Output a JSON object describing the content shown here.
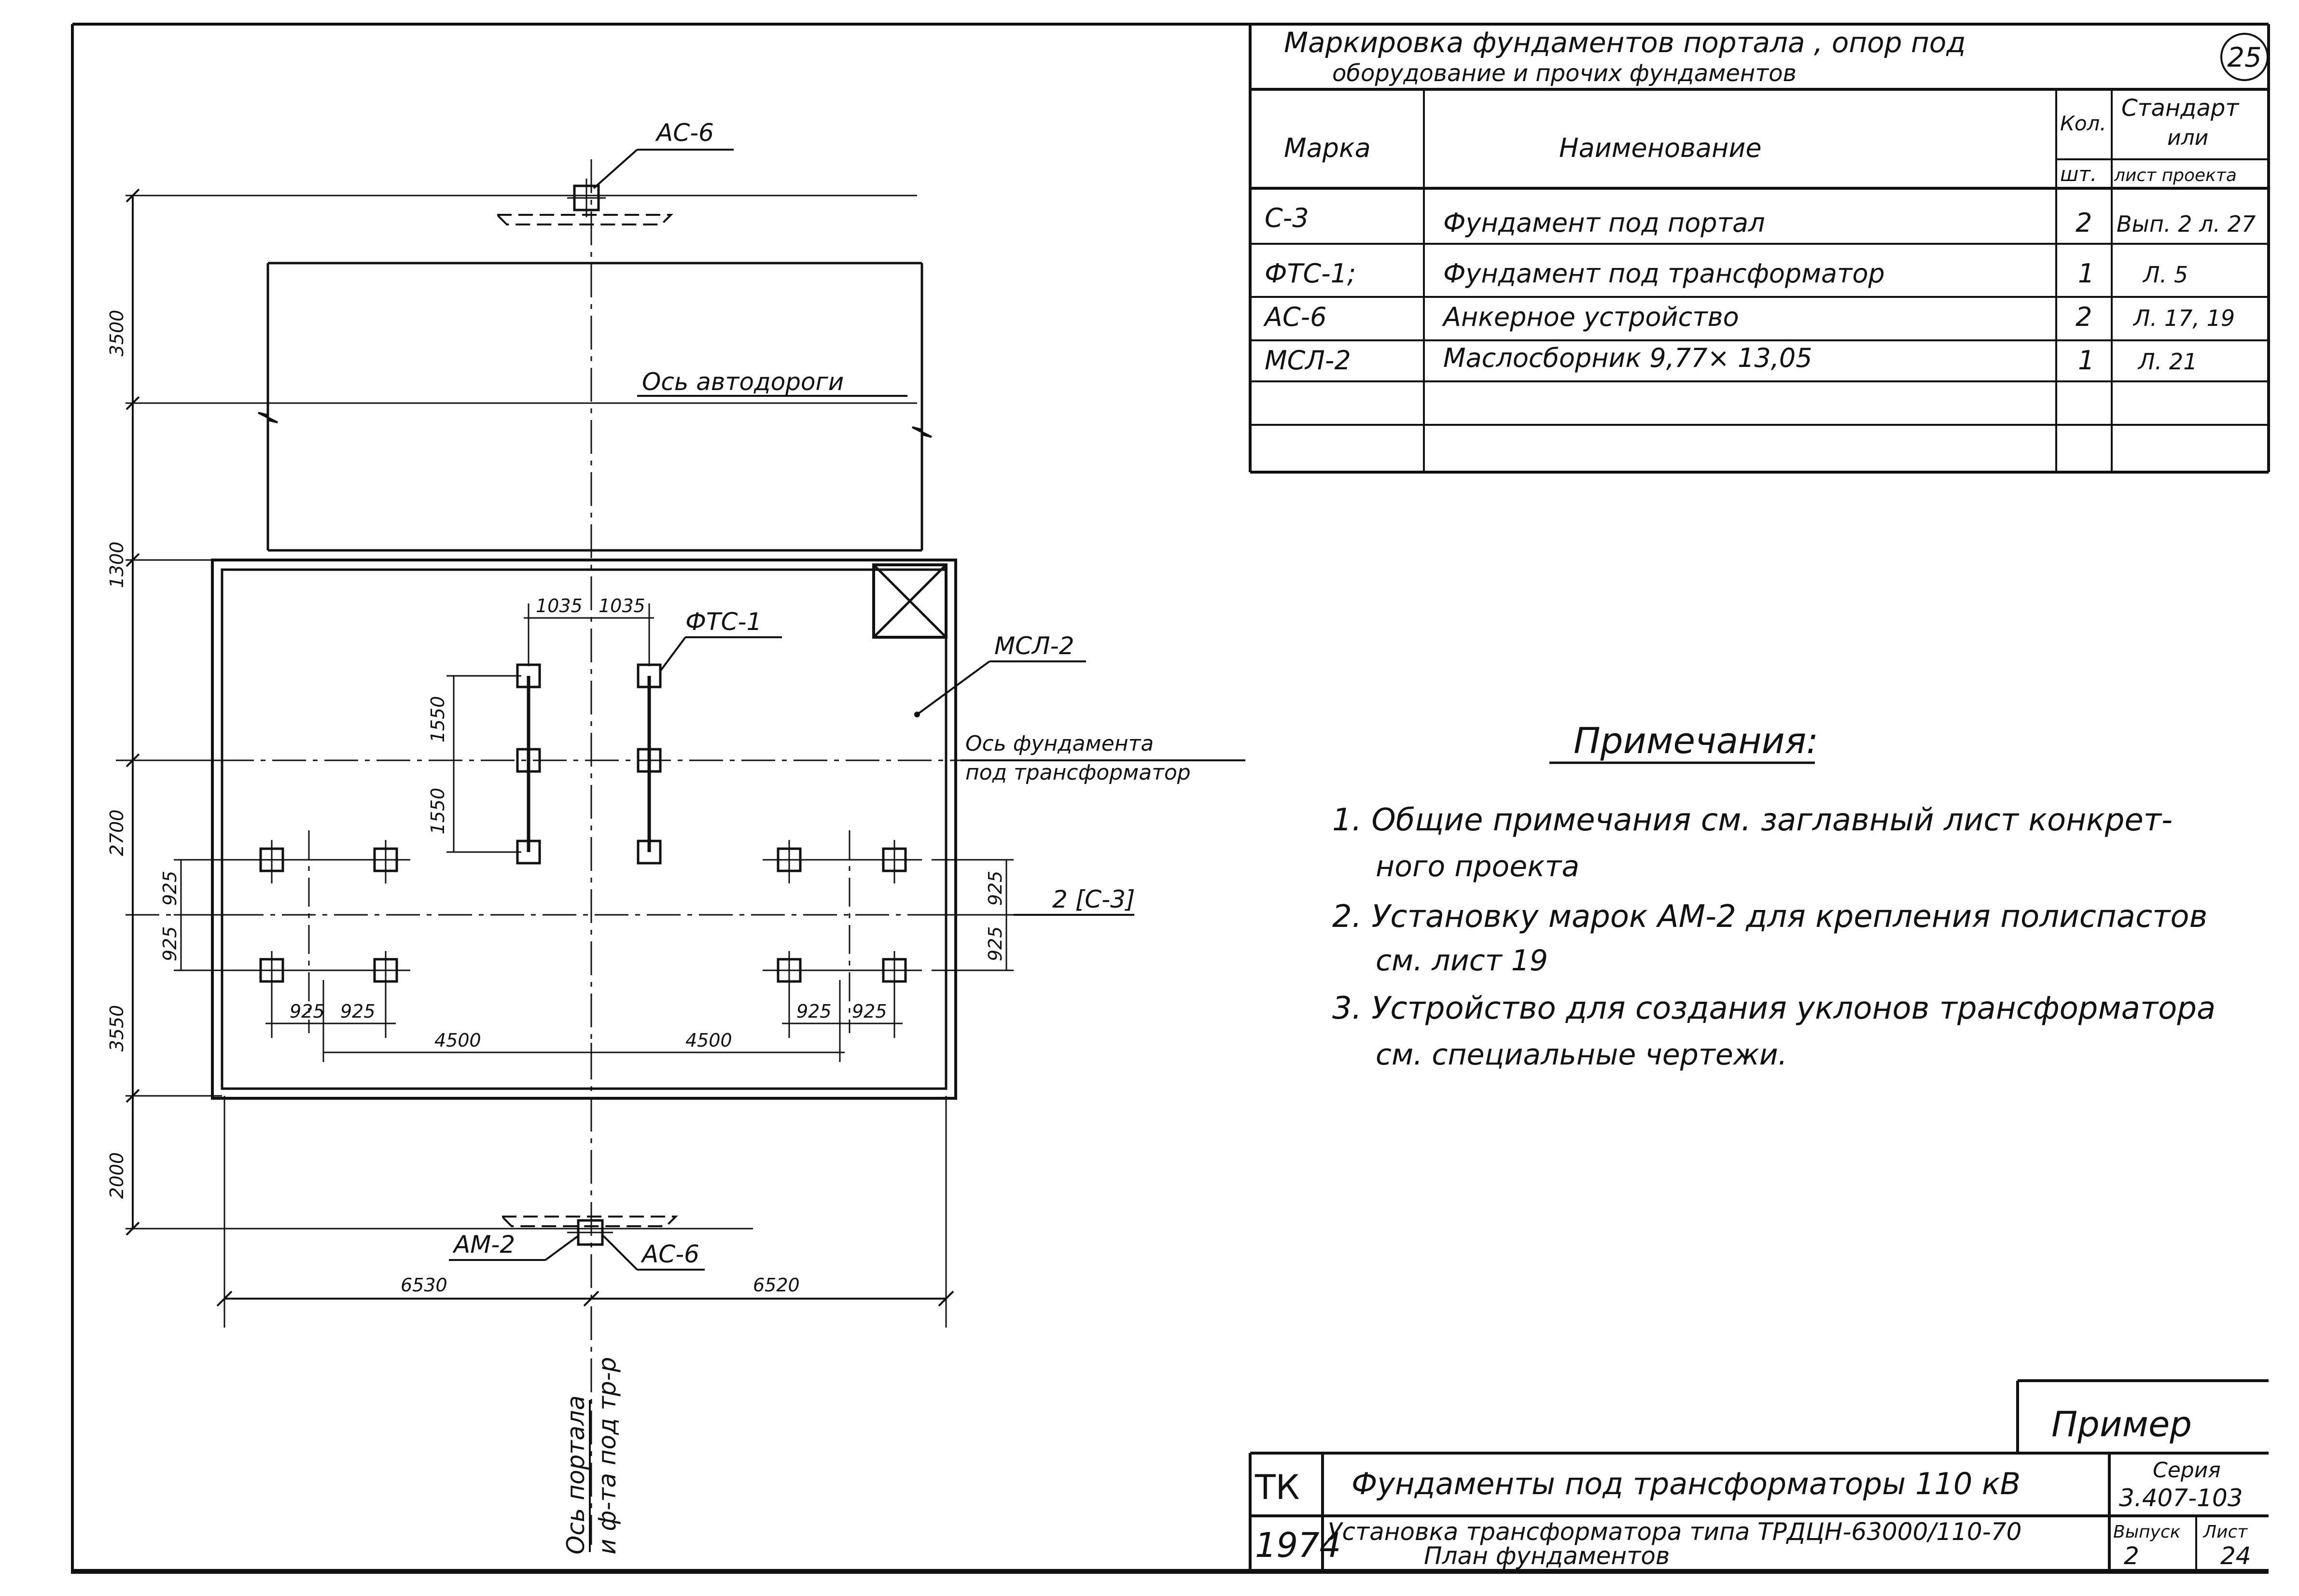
{
  "sheet_number": "25",
  "marking_table": {
    "title_line1": "Маркировка фундаментов портала , опор под",
    "title_line2": "оборудование и прочих фундаментов",
    "headers": {
      "mark": "Марка",
      "name": "Наименование",
      "qty_top": "Кол.",
      "qty_bottom": "шт.",
      "std_line1": "Стандарт",
      "std_line2": "или",
      "std_line3": "лист проекта"
    },
    "rows": [
      {
        "mark": "С-3",
        "name": "Фундамент под портал",
        "qty": "2",
        "ref": "Вып. 2 л. 27"
      },
      {
        "mark": "ФТС-1;",
        "name": "Фундамент под трансформатор",
        "qty": "1",
        "ref": "Л. 5"
      },
      {
        "mark": "АС-6",
        "name": "Анкерное устройство",
        "qty": "2",
        "ref": "Л. 17, 19"
      },
      {
        "mark": "МСЛ-2",
        "name": "Маслосборник 9,77× 13,05",
        "qty": "1",
        "ref": "Л. 21"
      },
      {
        "mark": "",
        "name": "",
        "qty": "",
        "ref": ""
      },
      {
        "mark": "",
        "name": "",
        "qty": "",
        "ref": ""
      }
    ]
  },
  "notes": {
    "heading": "Примечания:",
    "items": [
      {
        "line1": "1. Общие примечания см. заглавный лист конкрет-",
        "line2": "ного проекта"
      },
      {
        "line1": "2. Установку марок АМ-2 для крепления полиспастов",
        "line2": "см. лист 19"
      },
      {
        "line1": "3. Устройство для создания уклонов трансформатора",
        "line2": "см. специальные чертежи."
      }
    ]
  },
  "plan": {
    "labels": {
      "ac6_top": "АС-6",
      "ac6_bottom": "АС-6",
      "am2": "АМ-2",
      "ftc1": "ФТС-1",
      "msl2": "МСЛ-2",
      "c3": "2 [С-3]",
      "road_axis": "Ось автодороги",
      "found_axis_line1": "Ось фундамента",
      "found_axis_line2": "под трансформатор",
      "portal_axis_line1": "Ось портала",
      "portal_axis_line2": "и ф-та под тр-р"
    },
    "dimensions": {
      "v_3500": "3500",
      "v_1300": "1300",
      "v_2700": "2700",
      "v_3550": "3550",
      "v_2000": "2000",
      "h_1035_a": "1035",
      "h_1035_b": "1035",
      "v_1550_a": "1550",
      "v_1550_b": "1550",
      "v_925_l1": "925",
      "v_925_l2": "925",
      "v_925_r1": "925",
      "v_925_r2": "925",
      "h_925_l1": "925",
      "h_925_l2": "925",
      "h_925_r1": "925",
      "h_925_r2": "925",
      "h_4500_l": "4500",
      "h_4500_r": "4500",
      "h_6530": "6530",
      "h_6520": "6520"
    }
  },
  "stamp": {
    "example": "Пример",
    "org": "ТК",
    "year": "1974",
    "title": "Фундаменты под трансформаторы 110 кВ",
    "subtitle_line1": "Установка трансформатора типа ТРДЦН-63000/110-70",
    "subtitle_line2": "План фундаментов",
    "series_label": "Серия",
    "series_value": "3.407-103",
    "issue_label": "Выпуск",
    "issue_value": "2",
    "sheet_label": "Лист",
    "sheet_value": "24"
  }
}
